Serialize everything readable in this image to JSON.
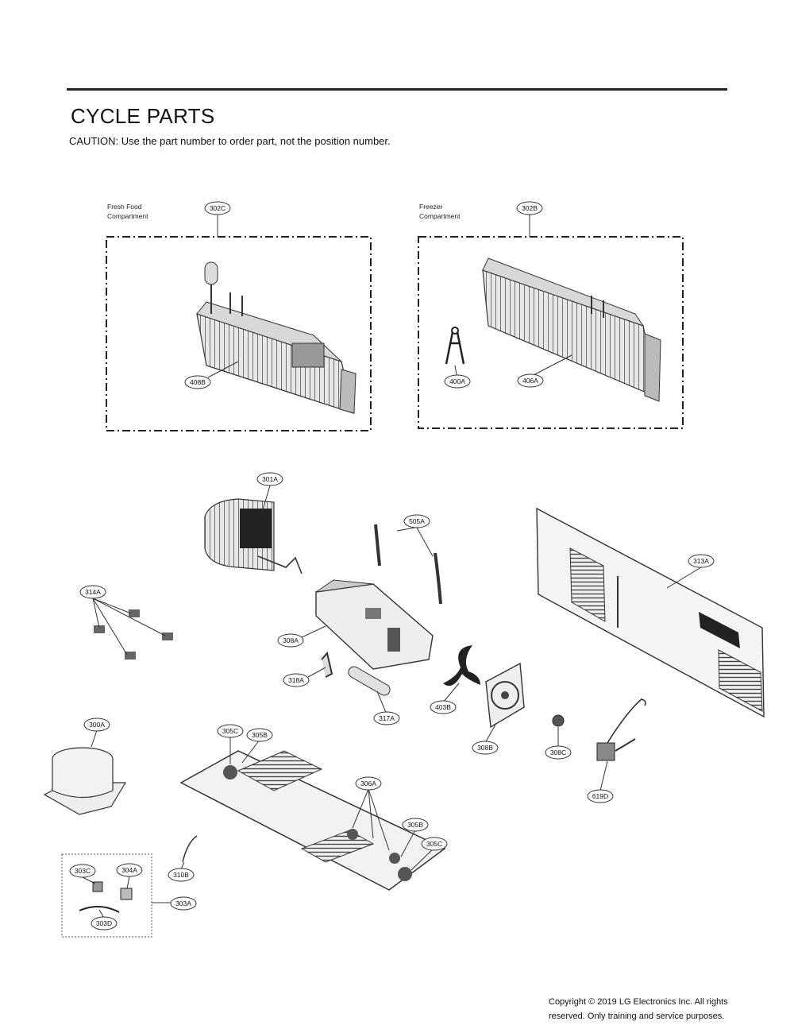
{
  "header": {
    "title": "CYCLE PARTS",
    "caution": "CAUTION: Use the part number to order part, not the position number."
  },
  "compartments": {
    "fresh_food": {
      "line1": "Fresh Food",
      "line2": "Compartment"
    },
    "freezer": {
      "line1": "Freezer",
      "line2": "Compartment"
    }
  },
  "callouts": {
    "c302C": "302C",
    "c302B": "302B",
    "c408B": "408B",
    "c400A": "400A",
    "c406A": "406A",
    "c301A": "301A",
    "c505A": "505A",
    "c313A": "313A",
    "c314A": "314A",
    "c308A": "308A",
    "c318A": "318A",
    "c317A": "317A",
    "c403B": "403B",
    "c308B": "308B",
    "c308C": "308C",
    "c619D": "619D",
    "c300A": "300A",
    "c305C_top": "305C",
    "c305B_top": "305B",
    "c306A": "306A",
    "c305B_bottom": "305B",
    "c305C_bottom": "305C",
    "c310B": "310B",
    "c303C": "303C",
    "c304A": "304A",
    "c303A": "303A",
    "c303D": "303D"
  },
  "footer": {
    "copyright_line1": "Copyright © 2019 LG Electronics Inc. All rights",
    "copyright_line2": "reserved. Only training and service purposes."
  }
}
